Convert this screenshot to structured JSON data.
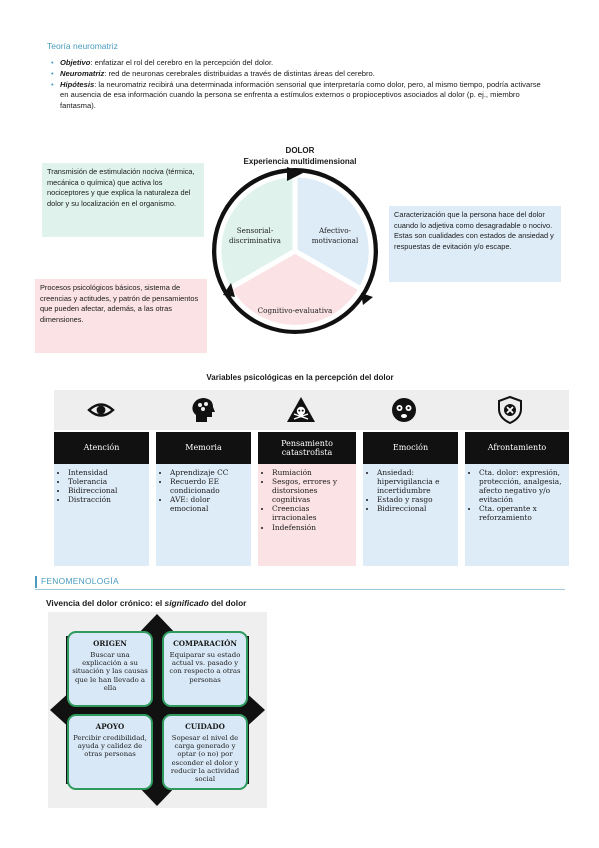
{
  "section1": {
    "title": "Teoría neuromatriz",
    "bullets": [
      {
        "term": "Objetivo",
        "text": ": enfatizar el rol del cerebro en la percepción del dolor."
      },
      {
        "term": "Neuromatriz",
        "text": ": red de neuronas cerebrales distribuidas a través de distintas áreas del cerebro."
      },
      {
        "term": "Hipótesis",
        "text": ": la neuromatriz recibirá una determinada información sensorial que interpretaría como dolor, pero, al mismo tiempo, podría activarse en ausencia de esa información cuando la persona se enfrenta a estímulos externos o propioceptivos asociados al dolor (p. ej., miembro fantasma)."
      }
    ]
  },
  "dolor": {
    "title": "DOLOR",
    "subtitle": "Experiencia multidimensional",
    "segments": {
      "sens_line1": "Sensorial-",
      "sens_line2": "discriminativa",
      "afec_line1": "Afectivo-",
      "afec_line2": "motivacional",
      "cogn": "Cognitivo-evaluativa"
    },
    "notes": {
      "sensorial": "Transmisión de estimulación nociva (térmica, mecánica o química) que activa los nociceptores y que explica la naturaleza del dolor y su localización en el organismo.",
      "afectivo": "Caracterización que la persona hace del dolor cuando lo adjetiva como desagradable o nocivo. Estas son cualidades con estados de ansiedad y respuestas de evitación y/o escape.",
      "cognitivo": "Procesos psicológicos básicos, sistema de creencias y actitudes, y patrón de pensamientos que pueden afectar, además, a las otras dimensiones."
    },
    "colors": {
      "sens": "#dff3ec",
      "afec": "#deecf8",
      "cogn": "#fbe2e5"
    }
  },
  "variables": {
    "title": "Variables psicológicas en la percepción del dolor",
    "columns": [
      {
        "icon": "eye-icon",
        "header": "Atención",
        "items": [
          "Intensidad",
          "Tolerancia",
          "Bidireccional",
          "Distracción"
        ]
      },
      {
        "icon": "head-brain-icon",
        "header": "Memoria",
        "items": [
          "Aprendizaje CC",
          "Recuerdo EE condicionado",
          "AVE: dolor emocional"
        ]
      },
      {
        "icon": "warning-skull-icon",
        "header": "Pensamiento catastrofista",
        "items": [
          "Rumiación",
          "Sesgos, errores y distorsiones cognitivas",
          "Creencias irracionales",
          "Indefensión"
        ]
      },
      {
        "icon": "anxious-face-icon",
        "header": "Emoción",
        "items": [
          "Ansiedad: hipervigilancia e incertidumbre",
          "Estado y rasgo",
          "Bidireccional"
        ]
      },
      {
        "icon": "shield-x-icon",
        "header": "Afrontamiento",
        "items": [
          "Cta. dolor: expresión, protección, analgesia, afecto negativo y/o evitación",
          "Cta. operante x reforzamiento"
        ]
      }
    ]
  },
  "fenomenologia": {
    "title": "FENOMENOLOGÍA",
    "vivencia_prefix": "Vivencia del dolor crónico: el ",
    "vivencia_em": "significado",
    "vivencia_suffix": " del dolor",
    "quad": [
      {
        "title": "ORIGEN",
        "text": "Buscar una explicación a su situación y las causas que le han llevado a ella"
      },
      {
        "title": "COMPARACIÓN",
        "text": "Equiparar su estado actual vs. pasado y con respecto a otras personas"
      },
      {
        "title": "APOYO",
        "text": "Percibir credibilidad, ayuda y calidez de otras personas"
      },
      {
        "title": "CUIDADO",
        "text": "Sopesar el nivel de carga generado y optar (o no) por esconder el dolor y reducir la actividad social"
      }
    ]
  }
}
